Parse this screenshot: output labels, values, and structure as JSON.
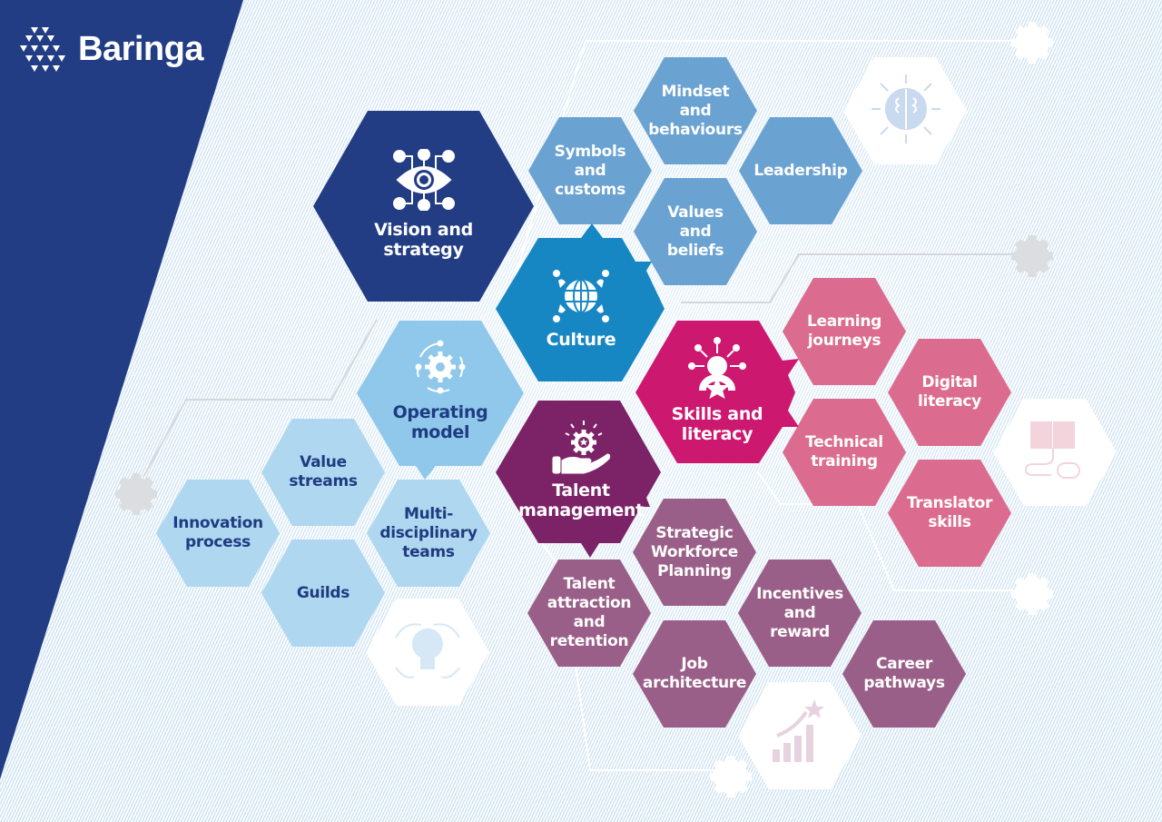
{
  "brand": {
    "name": "Baringa",
    "panel_color": "#223d84"
  },
  "colors": {
    "vision": "#223d84",
    "culture_main": "#1787c4",
    "culture_sub": "#6aa2d2",
    "operating_main": "#8fc8ea",
    "operating_sub": "#afd7ef",
    "operating_text": "#1f3b82",
    "skills_main": "#cd1870",
    "skills_sub": "#db6c8f",
    "talent_main": "#7c2368",
    "talent_sub": "#9a5f88",
    "connector": "#d5d7da",
    "gear": "#dcdde0"
  },
  "hubs": {
    "vision": {
      "label": "Vision and\nstrategy",
      "icon": "eye-network-icon"
    },
    "culture": {
      "label": "Culture",
      "icon": "globe-people-icon"
    },
    "operating": {
      "label": "Operating\nmodel",
      "icon": "gear-cycle-icon"
    },
    "skills": {
      "label": "Skills and\nliteracy",
      "icon": "person-star-icon"
    },
    "talent": {
      "label": "Talent\nmanagement",
      "icon": "hand-gear-icon"
    }
  },
  "culture_items": [
    {
      "label": "Symbols\nand\ncustoms"
    },
    {
      "label": "Mindset\nand\nbehaviours"
    },
    {
      "label": "Values\nand\nbeliefs"
    },
    {
      "label": "Leadership"
    }
  ],
  "operating_items": [
    {
      "label": "Value\nstreams"
    },
    {
      "label": "Innovation\nprocess"
    },
    {
      "label": "Multi-\ndisciplinary\nteams"
    },
    {
      "label": "Guilds"
    }
  ],
  "skills_items": [
    {
      "label": "Learning\njourneys"
    },
    {
      "label": "Digital\nliteracy"
    },
    {
      "label": "Technical\ntraining"
    },
    {
      "label": "Translator\nskills"
    }
  ],
  "talent_items": [
    {
      "label": "Strategic\nWorkforce\nPlanning"
    },
    {
      "label": "Talent\nattraction\nand\nretention"
    },
    {
      "label": "Incentives\nand\nreward"
    },
    {
      "label": "Job\narchitecture"
    },
    {
      "label": "Career\npathways"
    }
  ],
  "decorative_icons": [
    "brain-arrows-icon",
    "book-mouse-icon",
    "lightbulb-star-icon",
    "growth-chart-icon"
  ]
}
